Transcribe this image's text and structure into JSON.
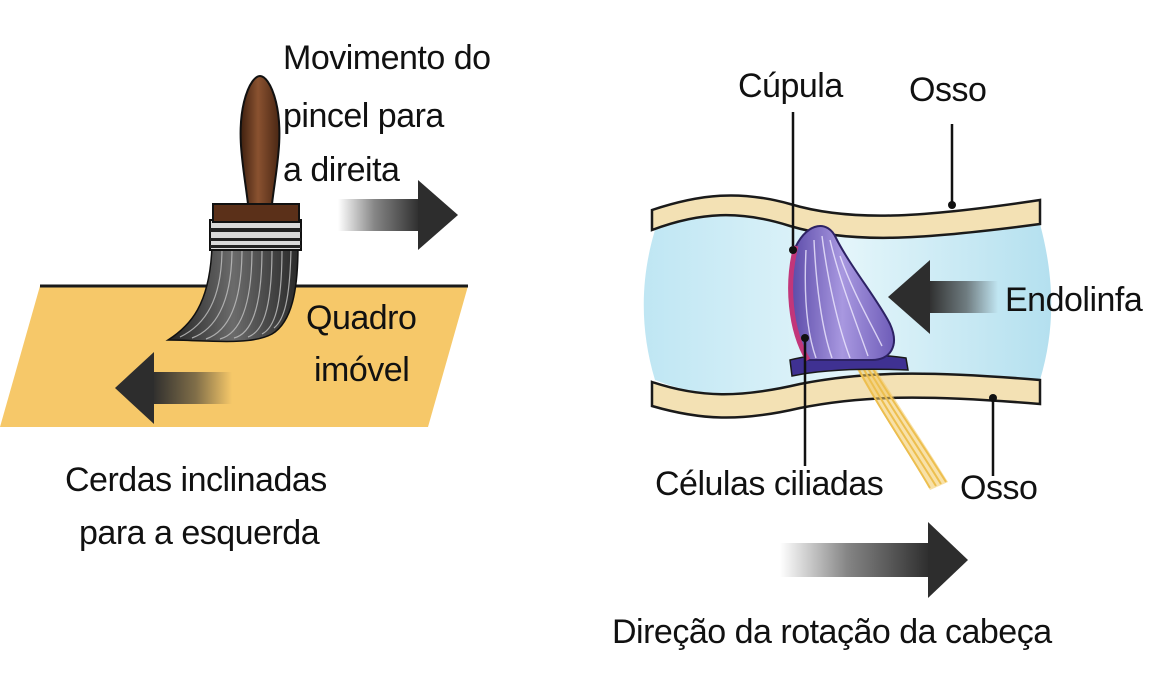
{
  "left_panel": {
    "brush_motion_line1": "Movimento do",
    "brush_motion_line2": "pincel para",
    "brush_motion_line3": "a direita",
    "frame_line1": "Quadro",
    "frame_line2": "imóvel",
    "bristles_line1": "Cerdas inclinadas",
    "bristles_line2": "para a esquerda"
  },
  "right_panel": {
    "cupula": "Cúpula",
    "bone_top": "Osso",
    "endolymph": "Endolinfa",
    "hair_cells": "Células ciliadas",
    "bone_bottom": "Osso",
    "head_rotation": "Direção da rotação da cabeça"
  },
  "colors": {
    "board": "#f6c869",
    "bone": "#f3e1b4",
    "endolymph": "#bfe7f2",
    "cupula": "#8d79c9",
    "cupula_edge": "#c2367a",
    "brush_handle": "#6a3a20",
    "arrow_dark": "#333333"
  }
}
